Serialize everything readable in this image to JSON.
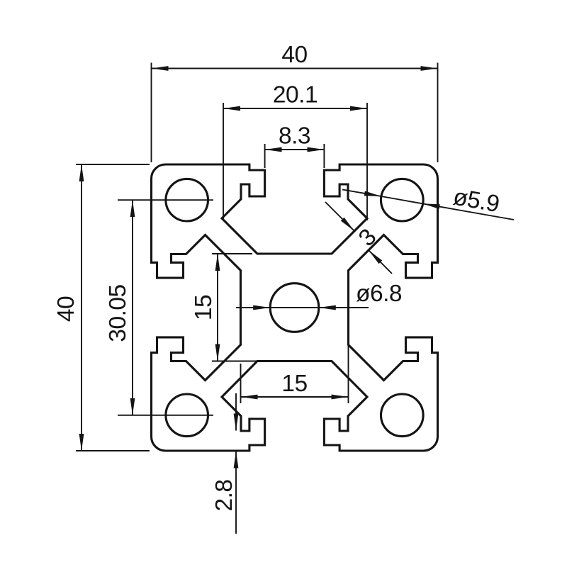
{
  "page": {
    "background_color": "#ffffff",
    "line_color": "#141414"
  },
  "drawing": {
    "kind": "technical cross-section dimension drawing",
    "dimensions": {
      "overall_width": "40",
      "overall_height": "40",
      "slot_pitch": "20.1",
      "slot_opening": "8.3",
      "corner_hole_diameter": "ø5.9",
      "center_hole_diameter": "ø6.8",
      "web_thickness": "3",
      "hole_spacing": "30.05",
      "core_height": "15",
      "core_width": "15",
      "lip_thickness": "2.8"
    }
  }
}
